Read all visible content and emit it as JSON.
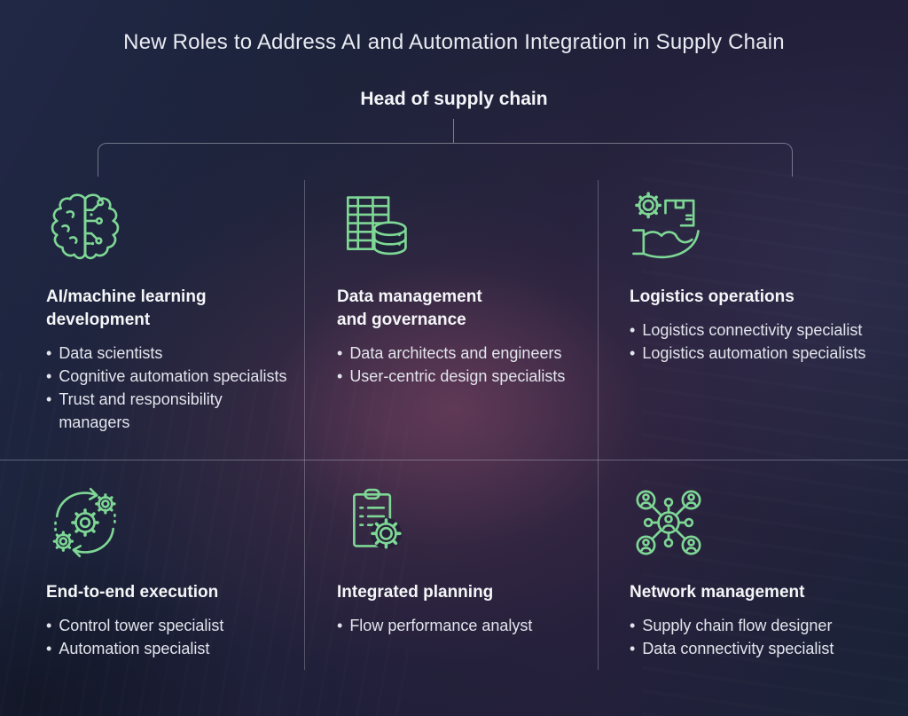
{
  "title": "New Roles to Address AI and Automation Integration in Supply Chain",
  "root_label": "Head of supply chain",
  "colors": {
    "accent_green": "#7ED795",
    "background_navy": "#1C2340",
    "background_purple": "#4A2F47",
    "heading_text": "#F5F6F8",
    "body_text": "#E3E5ED"
  },
  "sections": [
    {
      "icon": "brain-circuit-icon",
      "title": "AI/machine learning\ndevelopment",
      "bullets": [
        "Data scientists",
        "Cognitive automation specialists",
        "Trust and responsibility\nmanagers"
      ]
    },
    {
      "icon": "table-database-icon",
      "title": "Data management\nand governance",
      "bullets": [
        "Data architects and engineers",
        "User-centric design specialists"
      ]
    },
    {
      "icon": "hand-box-gear-icon",
      "title": "Logistics operations",
      "bullets": [
        "Logistics connectivity specialist",
        "Logistics automation specialists"
      ]
    },
    {
      "icon": "gears-cycle-icon",
      "title": "End-to-end execution",
      "bullets": [
        "Control tower specialist",
        "Automation specialist"
      ]
    },
    {
      "icon": "clipboard-gear-icon",
      "title": "Integrated planning",
      "bullets": [
        "Flow performance analyst"
      ]
    },
    {
      "icon": "people-network-icon",
      "title": "Network management",
      "bullets": [
        "Supply chain flow designer",
        "Data connectivity specialist"
      ]
    }
  ]
}
